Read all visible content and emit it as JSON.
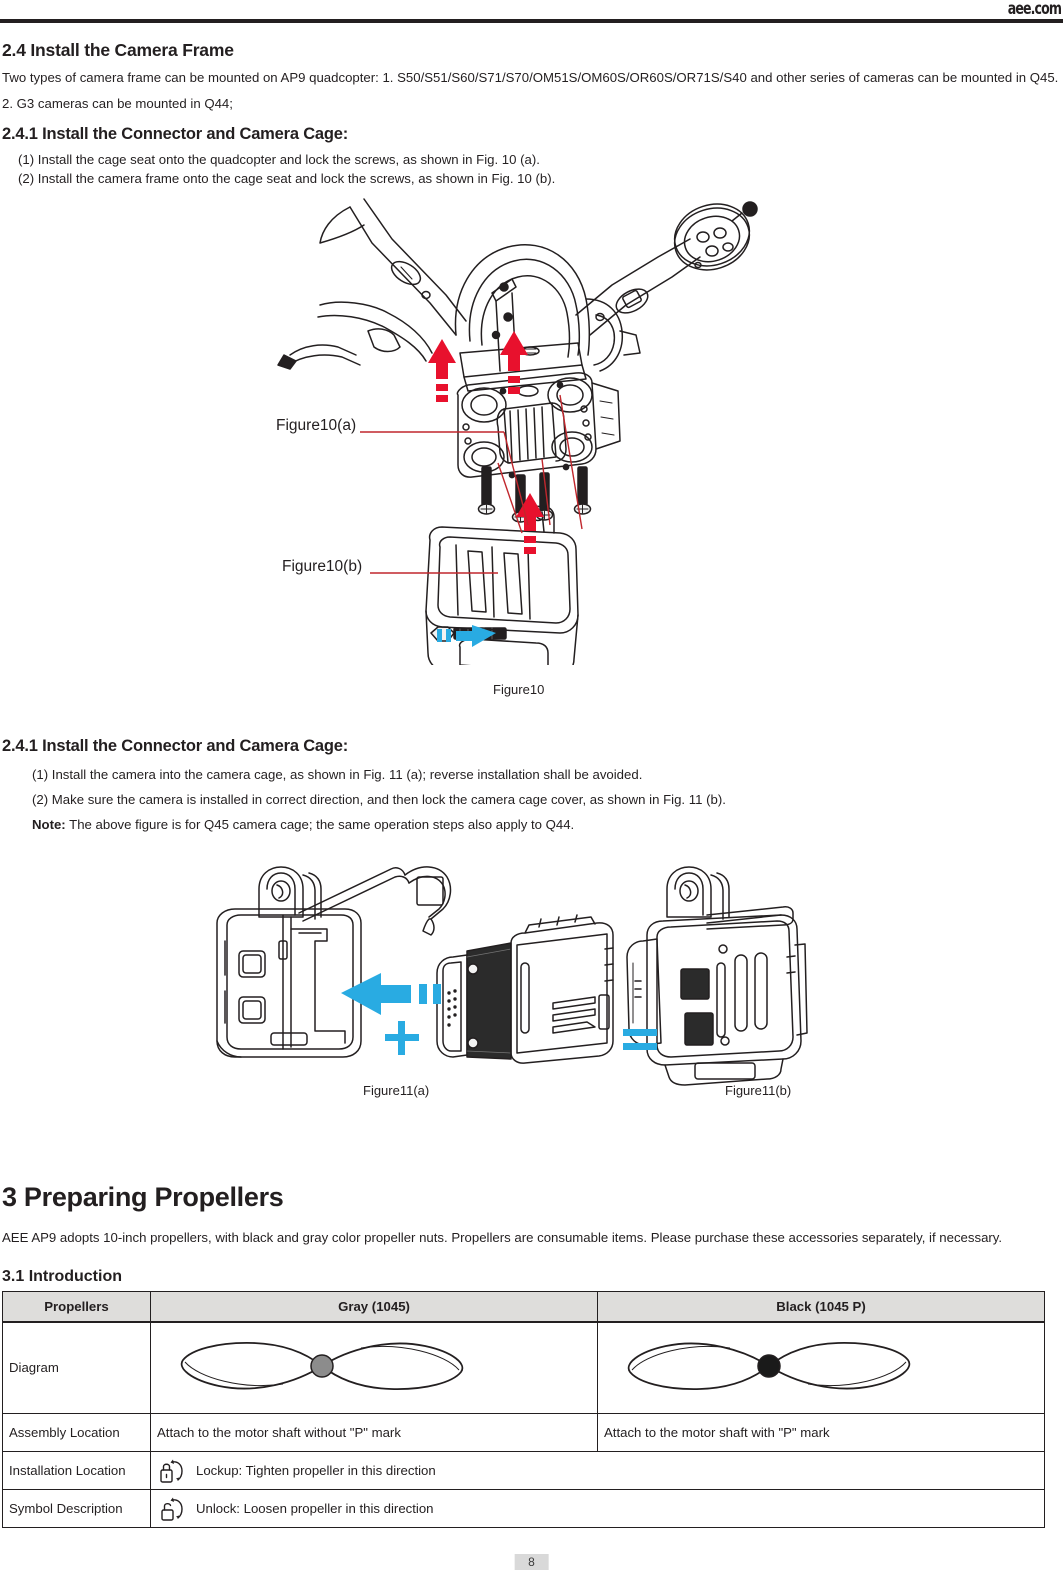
{
  "header": {
    "brand": "aee.com"
  },
  "sections": {
    "s24": {
      "title": "2.4 Install the Camera Frame",
      "body": "Two types of camera frame can be mounted on AP9 quadcopter: 1. S50/S51/S60/S71/S70/OM51S/OM60S/OR60S/OR71S/S40 and other series of cameras can be mounted in Q45. 2. G3 cameras can be mounted in Q44;"
    },
    "s241a": {
      "title": "2.4.1 Install the Connector and Camera Cage:",
      "item1": "(1) Install the cage seat onto the quadcopter and lock the screws, as shown in Fig. 10 (a).",
      "item2": "(2) Install the camera frame onto the cage seat and lock the screws, as shown in Fig. 10 (b)."
    },
    "s241b": {
      "title": "2.4.1 Install the Connector and Camera Cage:",
      "item1": "(1) Install the camera into the camera cage, as shown in Fig. 11 (a); reverse installation shall be avoided.",
      "item2": "(2) Make sure the camera is installed in correct direction, and then lock the camera cage cover, as shown in Fig. 11 (b).",
      "note_label": "Note:",
      "note_text": "The above figure is for Q45 camera cage; the same operation steps also apply to Q44."
    },
    "s3": {
      "title": "3  Preparing Propellers",
      "body": "AEE AP9 adopts 10-inch propellers, with black and gray color propeller nuts. Propellers are consumable items. Please purchase these accessories separately, if necessary."
    },
    "s31": {
      "title": "3.1  Introduction"
    }
  },
  "figures": {
    "fig10": {
      "label_a": "Figure10(a)",
      "label_b": "Figure10(b)",
      "caption": "Figure10",
      "arrow_red": "#e8112d",
      "arrow_blue": "#29abe2",
      "leader_color": "#c1272d"
    },
    "fig11": {
      "caption_a": "Figure11(a)",
      "caption_b": "Figure11(b)",
      "plus_symbol": "+",
      "equals_symbol": "=",
      "accent": "#29abe2"
    }
  },
  "table": {
    "headers": [
      "Propellers",
      "Gray (1045)",
      "Black (1045 P)"
    ],
    "rows": [
      {
        "label": "Diagram",
        "type": "diagram",
        "gray_hub_color": "#8c8c8c",
        "black_hub_color": "#1a1a1a"
      },
      {
        "label": "Assembly Location",
        "type": "text",
        "gray": "Attach to the motor shaft without \"P\" mark",
        "black": "Attach to the motor shaft with \"P\" mark"
      },
      {
        "label": "Installation Location",
        "type": "icon",
        "icon": "lock-closed-icon",
        "text": "Lockup: Tighten propeller in this direction"
      },
      {
        "label": "Symbol Description",
        "type": "icon",
        "icon": "lock-open-icon",
        "text": "Unlock: Loosen propeller in this direction"
      }
    ]
  },
  "footer": {
    "page_number": "8"
  }
}
